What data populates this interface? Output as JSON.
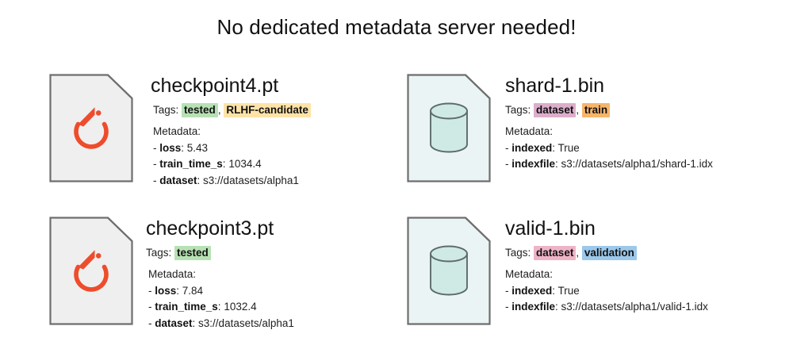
{
  "title": "No dedicated metadata server needed!",
  "colors": {
    "tag_tested_bg": "#b7e1b4",
    "tag_rlhf_bg": "#fde3a7",
    "tag_dataset_mauve_bg": "#dcaecb",
    "tag_train_bg": "#f7b56a",
    "tag_dataset_pink_bg": "#eeb4c6",
    "tag_validation_bg": "#9cc8ea",
    "doc_grey_fill": "#efefef",
    "doc_cyan_fill": "#eaf4f4",
    "doc_stroke": "#6e6e6e",
    "cylinder_fill": "#cfe9e5",
    "cylinder_stroke": "#5c6b6b",
    "pytorch_orange": "#ee4c2c"
  },
  "cards": [
    {
      "icon": "pytorch-file-icon",
      "icon_kind": "pytorch",
      "title": "checkpoint4.pt",
      "tags_label": "Tags:",
      "tags": [
        {
          "label": "tested",
          "color": "#b7e1b4"
        },
        {
          "label": "RLHF-candidate",
          "color": "#fde3a7"
        }
      ],
      "metadata_label": "Metadata:",
      "metadata": [
        {
          "key": "loss",
          "value": "5.43"
        },
        {
          "key": "train_time_s",
          "value": "1034.4"
        },
        {
          "key": "dataset",
          "value": "s3://datasets/alpha1"
        }
      ]
    },
    {
      "icon": "database-file-icon",
      "icon_kind": "database",
      "title": "shard-1.bin",
      "tags_label": "Tags:",
      "tags": [
        {
          "label": "dataset",
          "color": "#dcaecb"
        },
        {
          "label": "train",
          "color": "#f7b56a"
        }
      ],
      "metadata_label": "Metadata:",
      "metadata": [
        {
          "key": "indexed",
          "value": "True"
        },
        {
          "key": "indexfile",
          "value": "s3://datasets/alpha1/shard-1.idx"
        }
      ]
    },
    {
      "icon": "pytorch-file-icon",
      "icon_kind": "pytorch",
      "title": "checkpoint3.pt",
      "tags_label": "Tags:",
      "tags": [
        {
          "label": "tested",
          "color": "#b7e1b4"
        }
      ],
      "metadata_label": "Metadata:",
      "metadata": [
        {
          "key": "loss",
          "value": "7.84"
        },
        {
          "key": "train_time_s",
          "value": "1032.4"
        },
        {
          "key": "dataset",
          "value": "s3://datasets/alpha1"
        }
      ]
    },
    {
      "icon": "database-file-icon",
      "icon_kind": "database",
      "title": "valid-1.bin",
      "tags_label": "Tags:",
      "tags": [
        {
          "label": "dataset",
          "color": "#eeb4c6"
        },
        {
          "label": "validation",
          "color": "#9cc8ea"
        }
      ],
      "metadata_label": "Metadata:",
      "metadata": [
        {
          "key": "indexed",
          "value": "True"
        },
        {
          "key": "indexfile",
          "value": "s3://datasets/alpha1/valid-1.idx"
        }
      ]
    }
  ]
}
